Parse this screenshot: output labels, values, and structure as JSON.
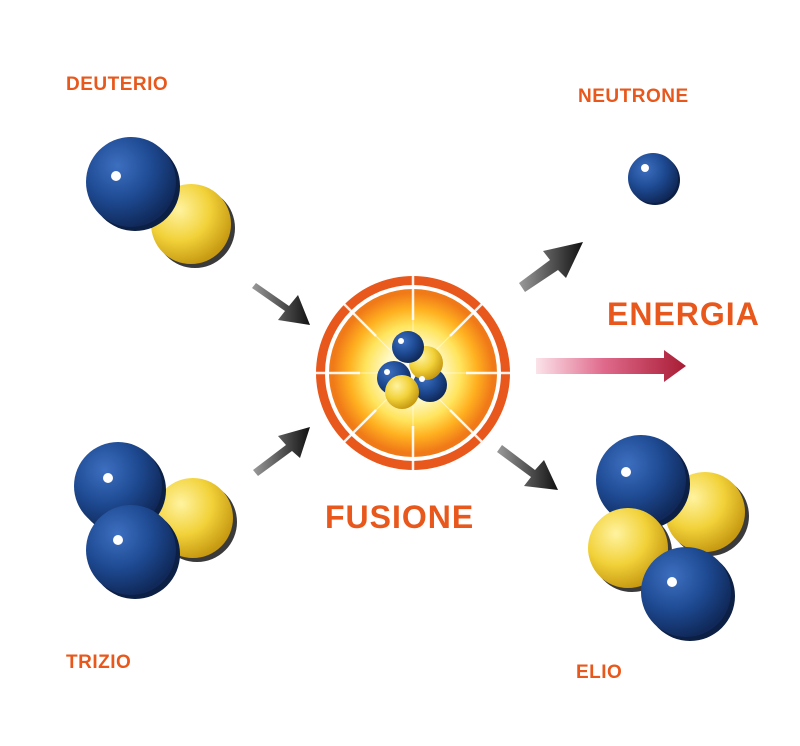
{
  "labels": {
    "deuterio": "DEUTERIO",
    "trizio": "TRIZIO",
    "neutrone": "NEUTRONE",
    "elio": "ELIO",
    "energia": "ENERGIA",
    "fusione": "FUSIONE"
  },
  "colors": {
    "label": "#e8581c",
    "proton": "#1e4a92",
    "neutron": "#f2d23a",
    "arrow": "#1c1c1c",
    "energy_arrow_start": "#f8d8e2",
    "energy_arrow_end": "#b3203a",
    "burst_outer": "#e8581c",
    "burst_core": "#fff9c8"
  },
  "icons": {
    "deuterium": "deuterium-nucleus-icon",
    "tritium": "tritium-nucleus-icon",
    "neutron": "neutron-particle-icon",
    "helium": "helium-nucleus-icon",
    "fusion": "fusion-burst-icon"
  }
}
